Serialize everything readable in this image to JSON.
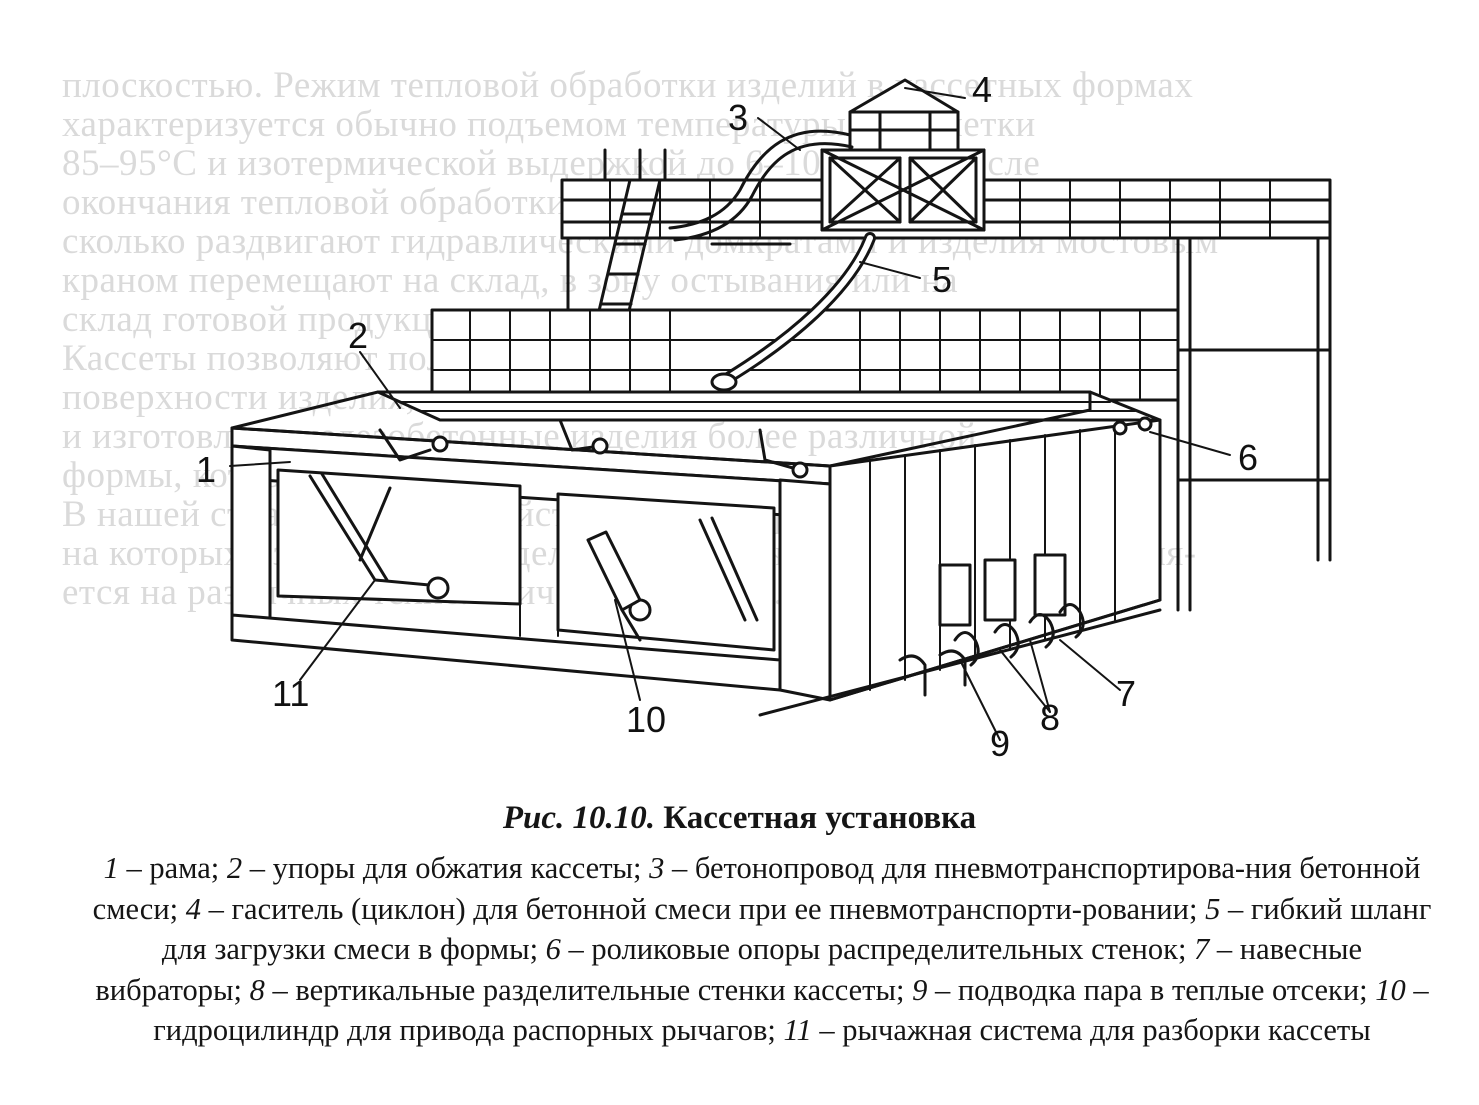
{
  "background_text": [
    "плоскостью. Режим тепловой обработки изделий в кассетных формах",
    "характеризуется обычно подъемом температуры до отметки",
    "85–95°C и изотермической выдержкой до 6–10 часов. После",
    "окончания тепловой обработки стенки кассетной установки не",
    "сколько раздвигают гидравлическими домкратами и изделия мостовым",
    "краном перемещают на склад, в зону остывания или на",
    "склад готовой продукции.",
    "Кассеты позволяют получать высокое качество лицевой",
    "поверхности изделия, обеспечить стабильные размеры",
    "и изготовлять железобетонные изделия более различной",
    "формы, которые являются основой производства",
    "В нашей стране успешно действуют домостроительные комбинаты,",
    "на которых изготовление изделий сборных жилых домов осуществля-",
    "ется на различных технологических линиях."
  ],
  "figure": {
    "labels": [
      "1",
      "2",
      "3",
      "4",
      "5",
      "6",
      "7",
      "8",
      "9",
      "10",
      "11"
    ]
  },
  "caption": {
    "prefix": "Рис. 10.10.",
    "title": "Кассетная установка",
    "items": [
      {
        "num": "1",
        "text": "рама"
      },
      {
        "num": "2",
        "text": "упоры для обжатия кассеты"
      },
      {
        "num": "3",
        "text": "бетонопровод для пневмотранспортирова-ния бетонной смеси"
      },
      {
        "num": "4",
        "text": "гаситель (циклон) для бетонной смеси при ее пневмотранспорти-ровании"
      },
      {
        "num": "5",
        "text": "гибкий шланг для загрузки смеси в формы"
      },
      {
        "num": "6",
        "text": "роликовые опоры распределительных стенок"
      },
      {
        "num": "7",
        "text": "навесные вибраторы"
      },
      {
        "num": "8",
        "text": "вертикальные разделительные стенки кассеты"
      },
      {
        "num": "9",
        "text": "подводка пара в теплые отсеки"
      },
      {
        "num": "10",
        "text": "гидроцилиндр для привода распорных рычагов"
      },
      {
        "num": "11",
        "text": "рычажная система для разборки кассеты"
      }
    ]
  }
}
